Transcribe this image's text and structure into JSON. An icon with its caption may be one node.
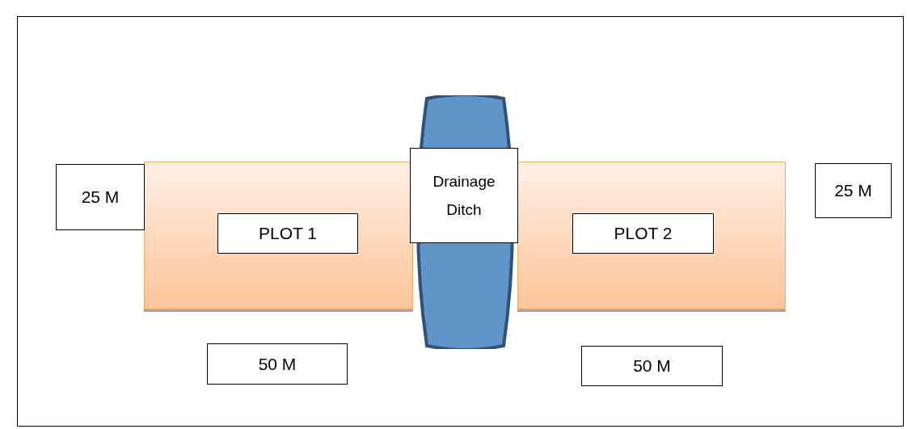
{
  "diagram": {
    "nodes": [
      {
        "text": [
          "PLOT 1"
        ]
      },
      {
        "text": [
          "Drainage Ditch"
        ]
      },
      {
        "text": [
          "PLOT 2"
        ]
      }
    ],
    "labels": [
      "25 M",
      "25 M",
      "50 M",
      "50 M"
    ]
  }
}
